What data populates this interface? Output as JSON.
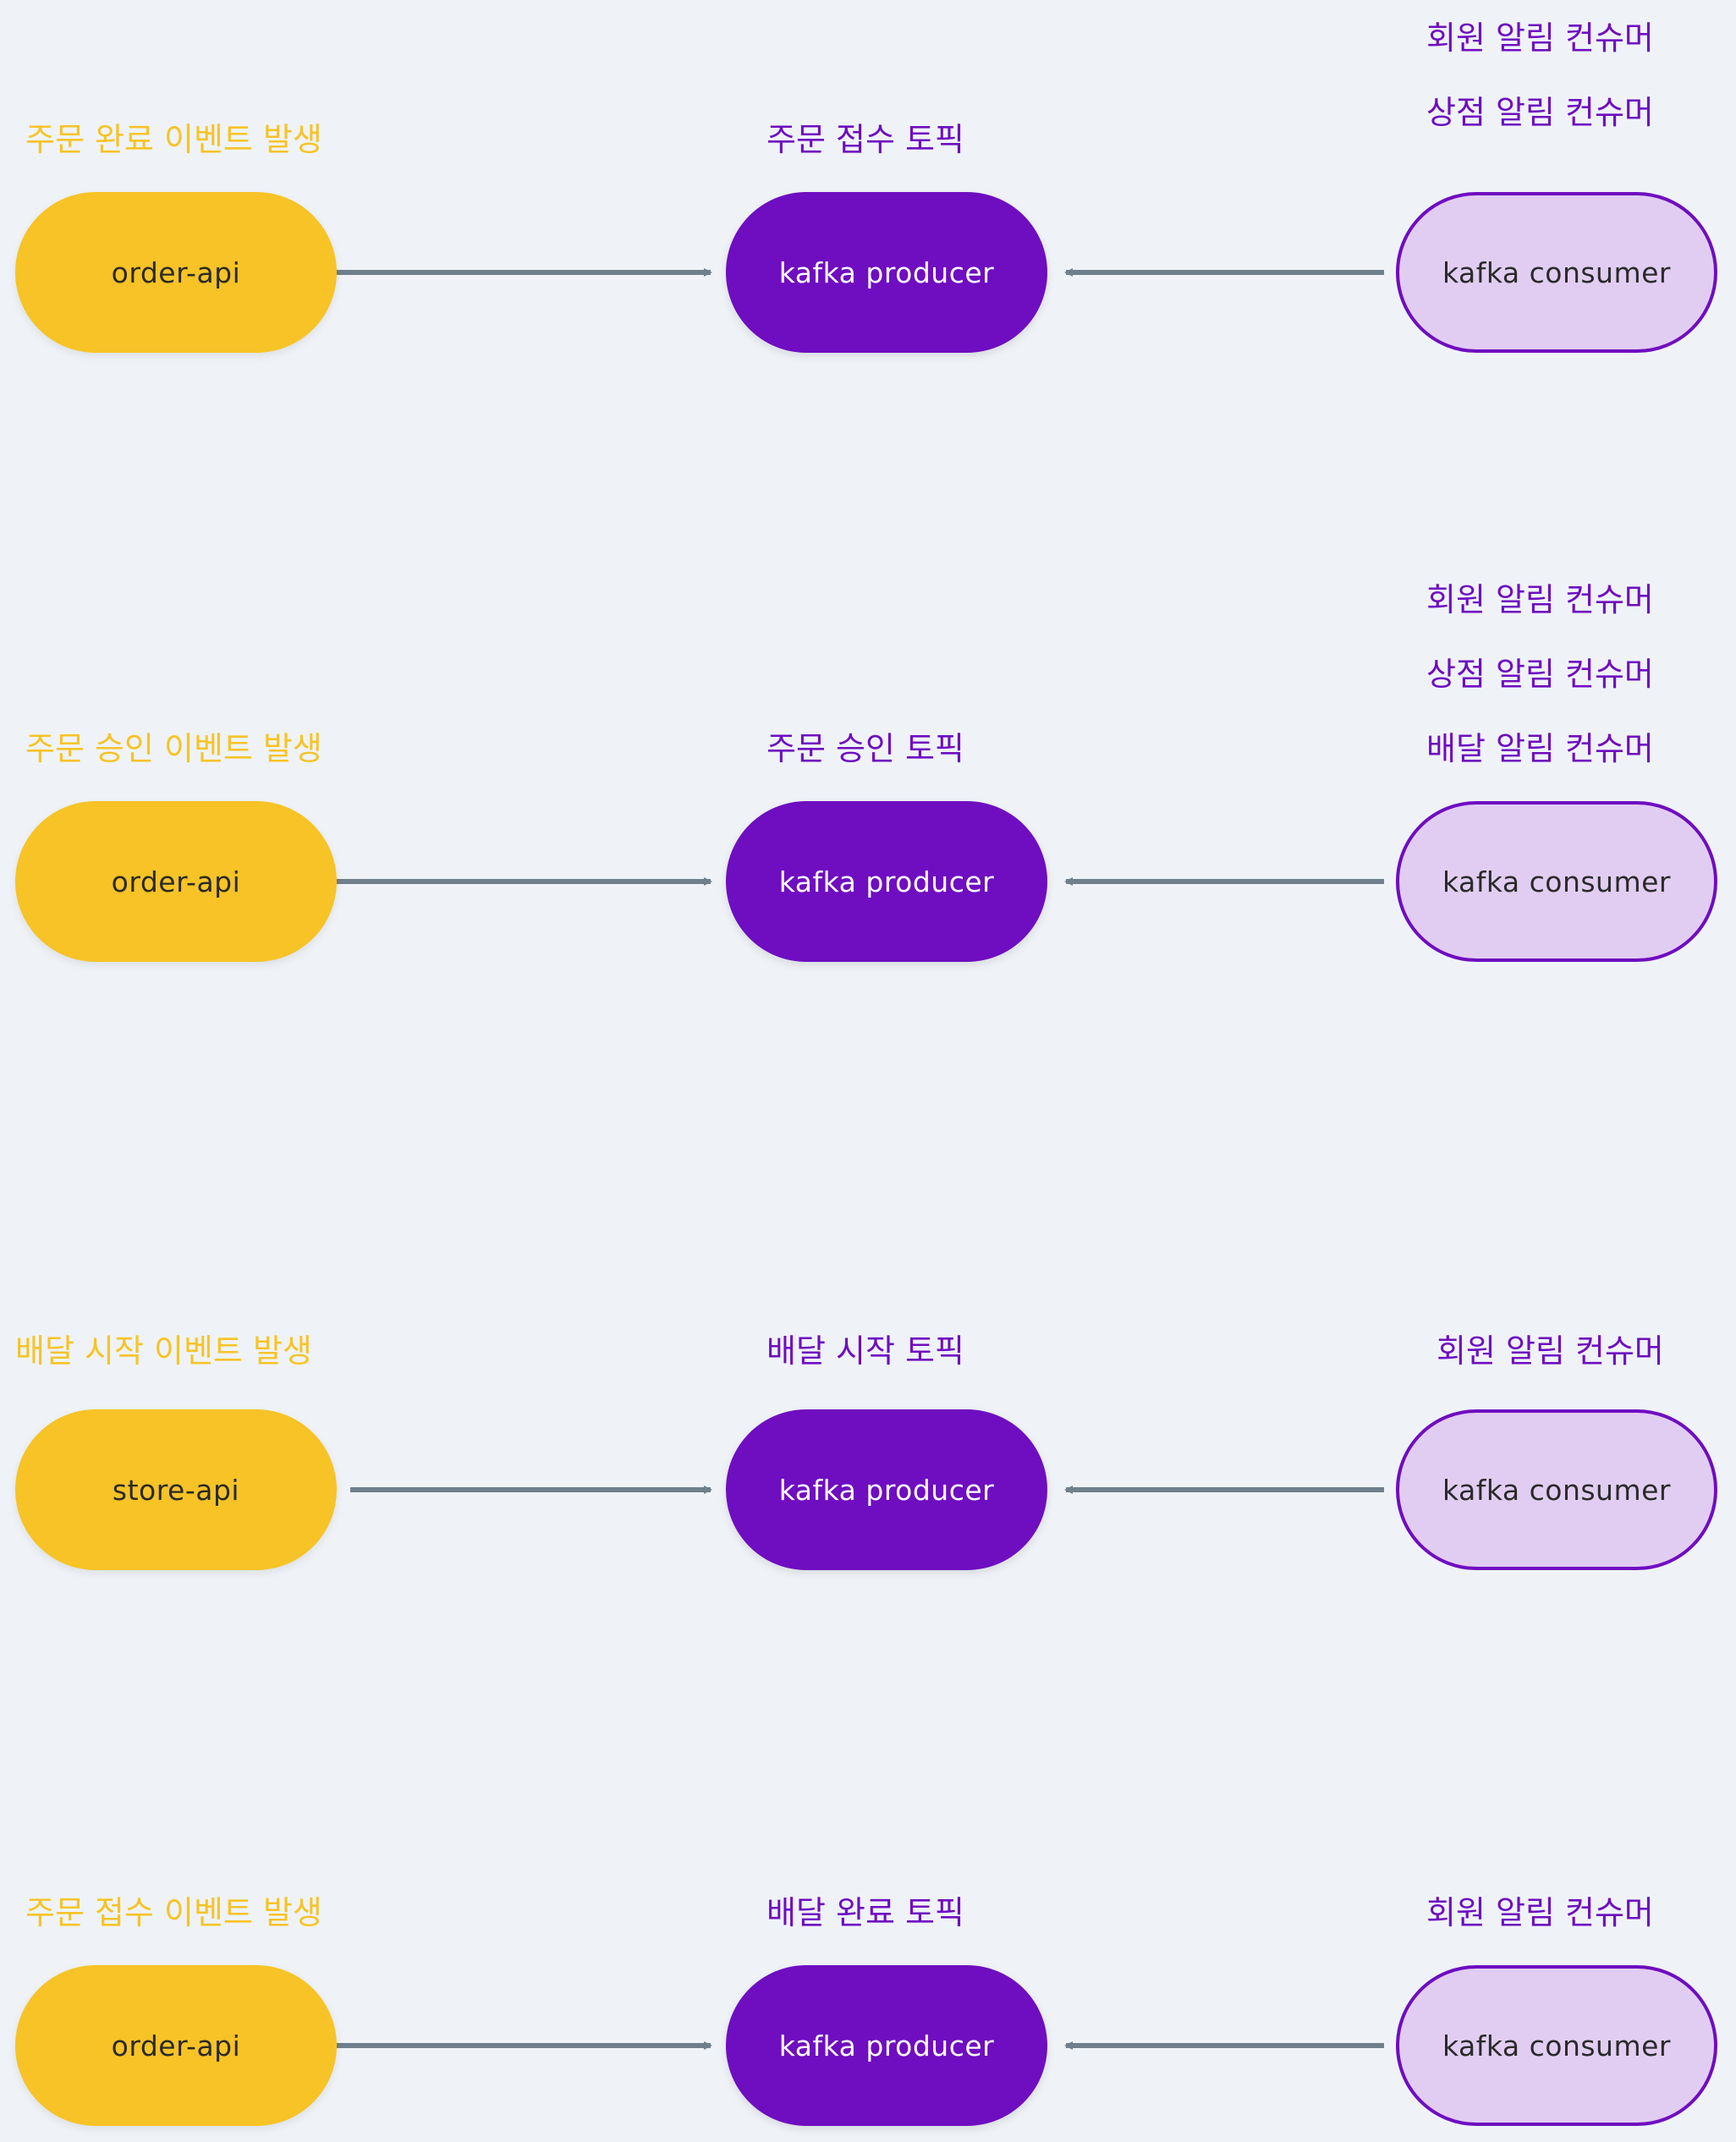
{
  "colors": {
    "background": "#eff3f7",
    "source": "#f7c326",
    "producer": "#6f0dc0",
    "consumer_fill": "#e2cdf2",
    "consumer_border": "#6f0dc0",
    "arrow": "#6f7f8c"
  },
  "flows": [
    {
      "event_label": "주문 완료 이벤트 발생",
      "source_label": "order-api",
      "topic_label": "주문 접수 토픽",
      "producer_label": "kafka producer",
      "consumer_label": "kafka consumer",
      "consumers": [
        "회원 알림 컨슈머",
        "상점 알림 컨슈머"
      ]
    },
    {
      "event_label": "주문 승인 이벤트 발생",
      "source_label": "order-api",
      "topic_label": "주문 승인 토픽",
      "producer_label": "kafka producer",
      "consumer_label": "kafka consumer",
      "consumers": [
        "회원 알림 컨슈머",
        "상점 알림 컨슈머",
        "배달 알림 컨슈머"
      ]
    },
    {
      "event_label": "배달 시작 이벤트 발생",
      "source_label": "store-api",
      "topic_label": "배달 시작 토픽",
      "producer_label": "kafka producer",
      "consumer_label": "kafka consumer",
      "consumers": [
        "회원 알림 컨슈머"
      ]
    },
    {
      "event_label": "주문 접수 이벤트 발생",
      "source_label": "order-api",
      "topic_label": "배달 완료 토픽",
      "producer_label": "kafka producer",
      "consumer_label": "kafka consumer",
      "consumers": [
        "회원 알림 컨슈머"
      ]
    }
  ]
}
